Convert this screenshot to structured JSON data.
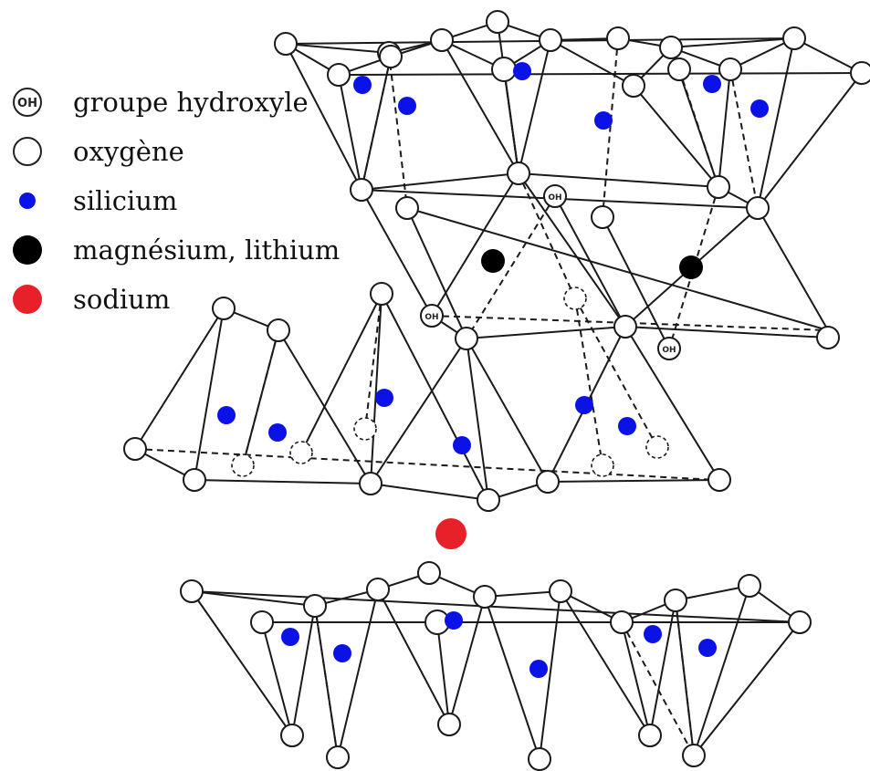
{
  "legend": {
    "hydroxyl": {
      "label": "groupe hydroxyle",
      "symbol": "OH"
    },
    "oxygen": {
      "label": "oxygène"
    },
    "silicon": {
      "label": "silicium",
      "color": "#0a12e6"
    },
    "magnesium": {
      "label": "magnésium, lithium",
      "color": "#000000"
    },
    "sodium": {
      "label": "sodium",
      "color": "#e8202a"
    }
  },
  "structure_labels": {
    "oh": "OH"
  },
  "colors": {
    "line": "#1a1a1a",
    "oxygen_fill": "#ffffff",
    "background": "#ffffff"
  }
}
